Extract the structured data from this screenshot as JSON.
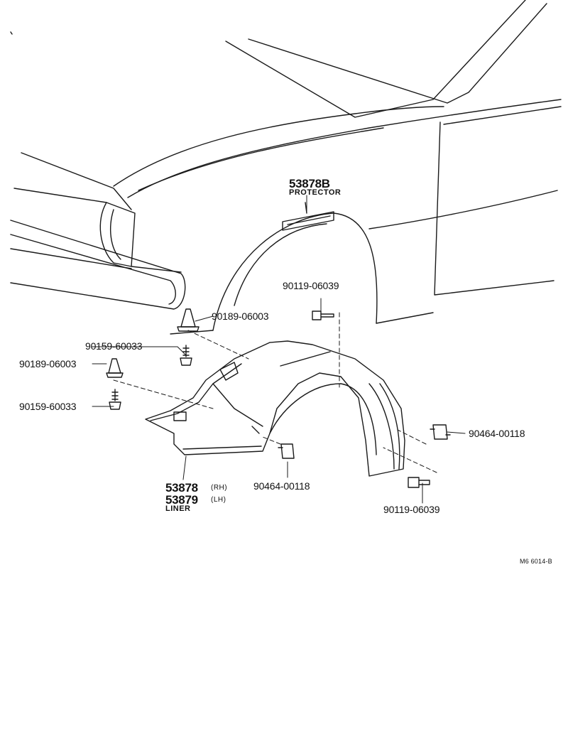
{
  "protector": {
    "part_no": "53878B",
    "name": "PROTECTOR"
  },
  "liner": {
    "rh_part_no": "53878",
    "rh_side": "(RH)",
    "lh_part_no": "53879",
    "lh_side": "(LH)",
    "name": "LINER"
  },
  "bolt_upper": "90119-06039",
  "bolt_lower": "90119-06039",
  "clip_upper": "90189-06003",
  "clip_left": "90189-06003",
  "screw_upper": "90159-60033",
  "screw_lower": "90159-60033",
  "nut_right": "90464-00118",
  "nut_bottom": "90464-00118",
  "figure_ref": "M6 6014-B"
}
